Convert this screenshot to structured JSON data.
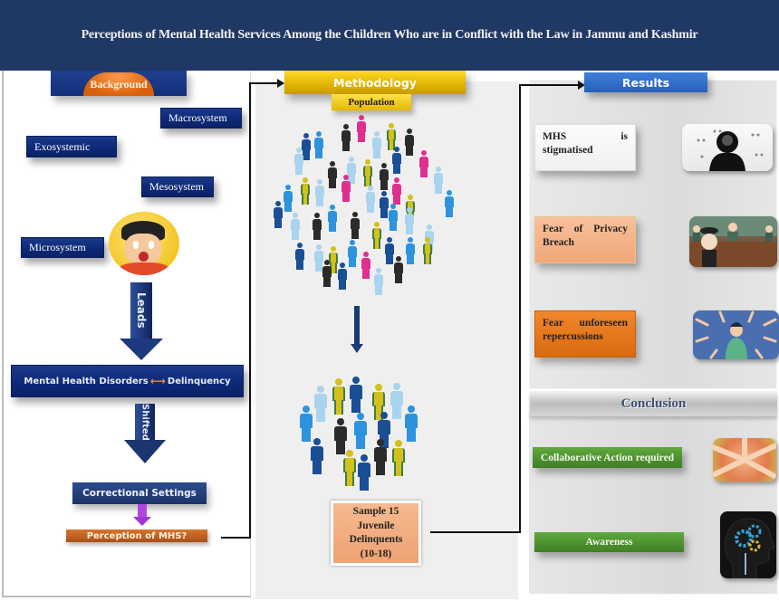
{
  "header": {
    "title": "Perceptions of Mental Health Services Among the Children Who are in Conflict with the Law in Jammu and Kashmir"
  },
  "background": {
    "heading": "Background",
    "systems": {
      "macro": "Macrosystem",
      "exo": "Exosystemic",
      "meso": "Mesosystem",
      "micro": "Microsystem"
    },
    "leads_label": "Leads",
    "relation": {
      "left": "Mental Health Disorders",
      "arrow": "⟷",
      "right": "Delinquency"
    },
    "shifted_label": "Shifted",
    "correctional": "Correctional Settings",
    "perception": "Perception of MHS?"
  },
  "methodology": {
    "heading": "Methodology",
    "population_label": "Population",
    "sample": "Sample 15\nJuvenile\nDelinquents\n(10-18)"
  },
  "results": {
    "heading": "Results",
    "items": [
      {
        "label_a": "MHS",
        "label_b": "is",
        "label_c": "stigmatised",
        "image": "stigma-head-icon"
      },
      {
        "label": "Fear of Privacy Breach",
        "image": "courtroom-illustration"
      },
      {
        "label": "Fear unforeseen repercussions",
        "image": "pointing-fingers-illustration"
      }
    ]
  },
  "conclusion": {
    "heading": "Conclusion",
    "items": [
      {
        "label": "Collaborative Action required",
        "image": "joined-hands-photo"
      },
      {
        "label": "Awareness",
        "image": "head-gears-icon"
      }
    ]
  },
  "colors": {
    "header_bg": "#1f3864",
    "accent_blue": "#0e2a7a",
    "methodology_yellow": "#e1b400",
    "results_blue": "#2660bd",
    "conclusion_green": "#3f7f24",
    "sample_peach": "#f0a77a",
    "orange": "#d96a10"
  }
}
